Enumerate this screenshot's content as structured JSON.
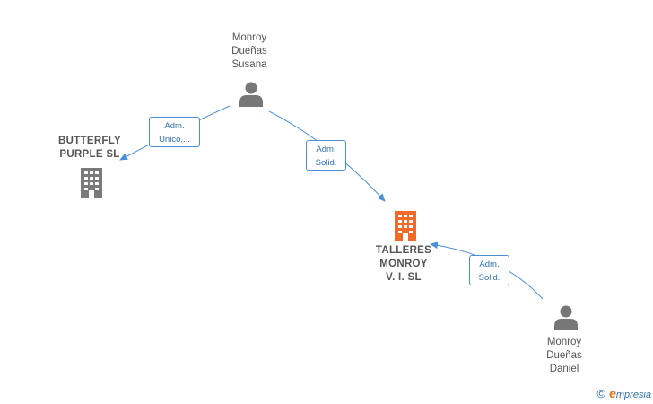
{
  "nodes": {
    "person_susana": {
      "name": "Monroy\nDueñas\nSusana",
      "icon": "person-icon"
    },
    "person_daniel": {
      "name": "Monroy\nDueñas\nDaniel",
      "icon": "person-icon"
    },
    "company_butterfly": {
      "name": "BUTTERFLY\nPURPLE  SL",
      "icon": "building-icon",
      "color": "#7a7a7a"
    },
    "company_talleres": {
      "name": "TALLERES\nMONROY\nV. I.  SL",
      "icon": "building-icon",
      "color": "#f26a2a"
    }
  },
  "edges": {
    "susana_to_butterfly": {
      "label": "Adm.\nUnico,..."
    },
    "susana_to_talleres": {
      "label": "Adm.\nSolid."
    },
    "daniel_to_talleres": {
      "label": "Adm.\nSolid."
    }
  },
  "colors": {
    "edge": "#4a90d9",
    "label_text": "#2f6fb6"
  },
  "footer": {
    "copyright": "©",
    "brand_initial": "e",
    "brand_rest": "mpresia"
  }
}
